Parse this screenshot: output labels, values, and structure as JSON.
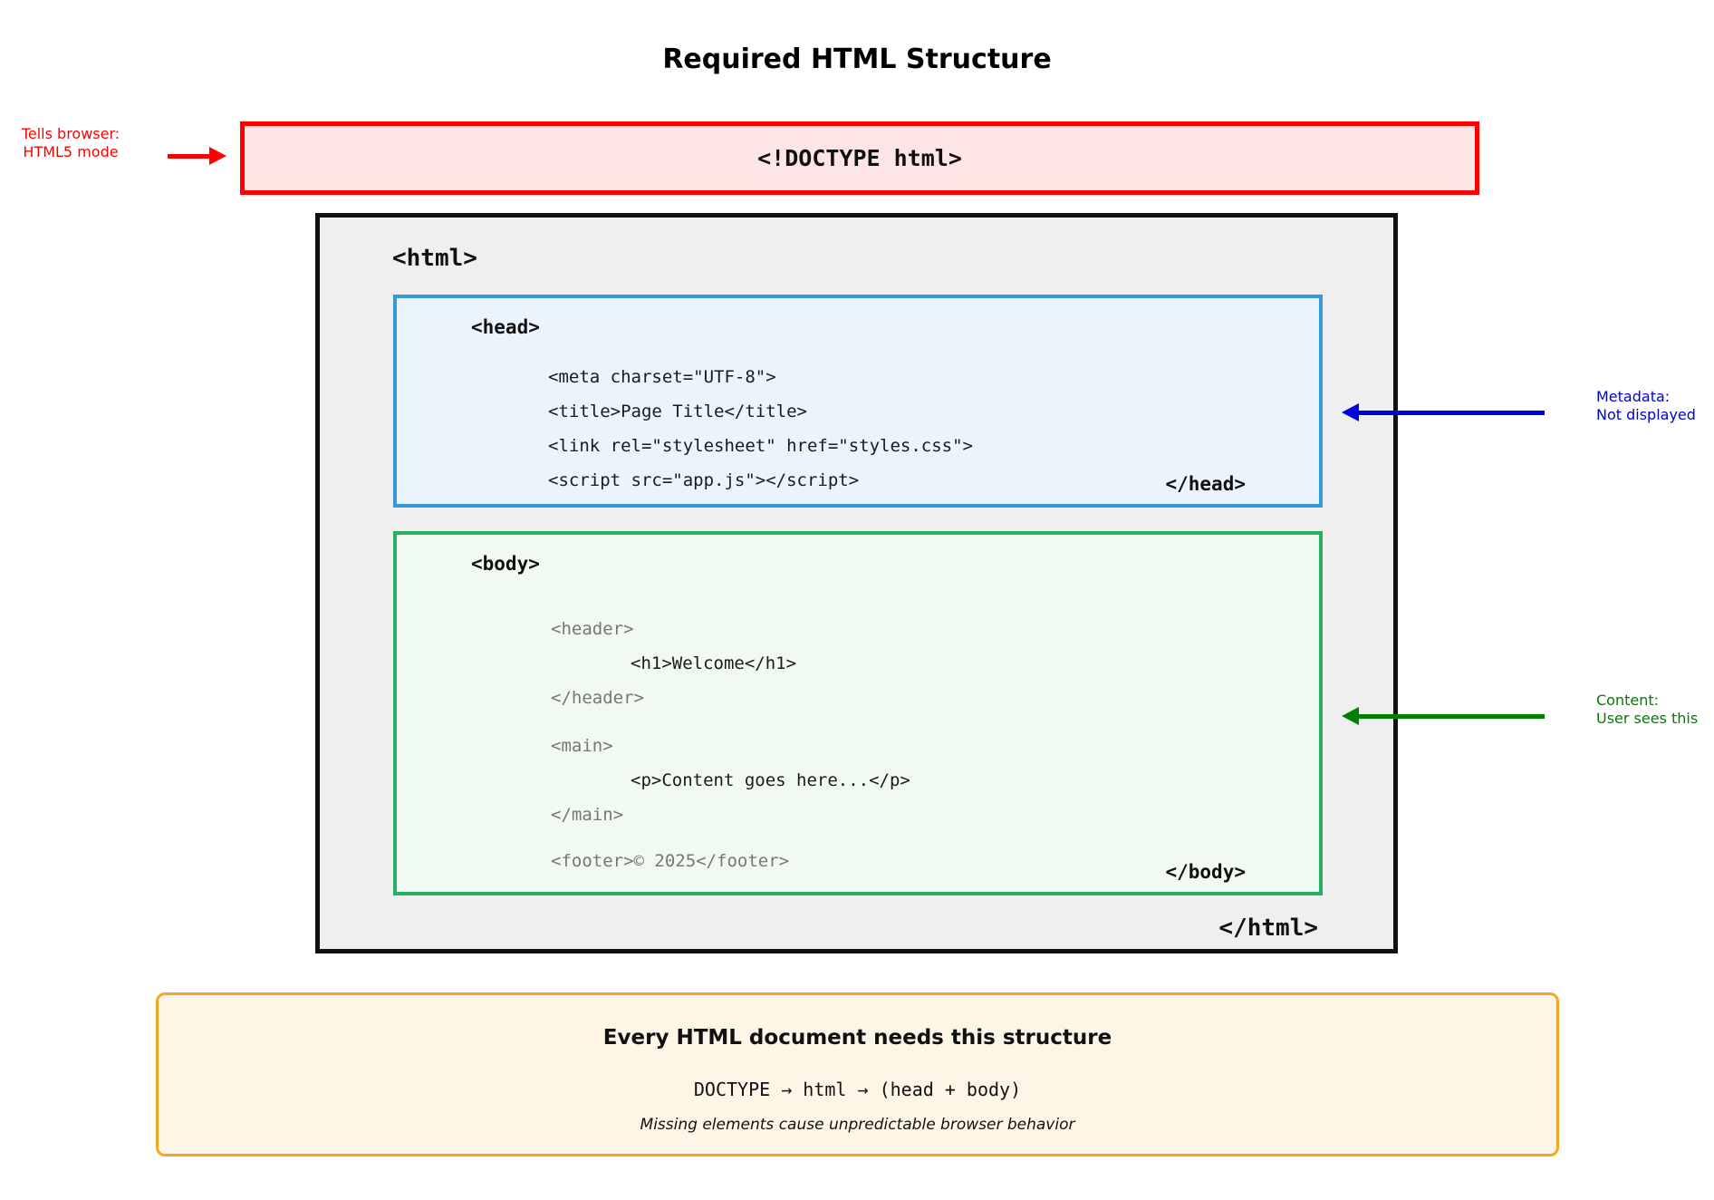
{
  "title": "Required HTML Structure",
  "doctype_box": {
    "label": "<!DOCTYPE html>"
  },
  "html_box": {
    "open": "<html>",
    "close": "</html>"
  },
  "head_box": {
    "open": "<head>",
    "close": "</head>",
    "lines": [
      "<meta charset=\"UTF-8\">",
      "<title>Page Title</title>",
      "<link rel=\"stylesheet\" href=\"styles.css\">",
      "<script src=\"app.js\"></script>"
    ]
  },
  "body_box": {
    "open": "<body>",
    "close": "</body>",
    "lines": [
      {
        "text": "<header>"
      },
      {
        "text": "<h1>Welcome</h1>"
      },
      {
        "text": "</header>"
      },
      {
        "text": "<main>"
      },
      {
        "text": "<p>Content goes here...</p>"
      },
      {
        "text": "</main>"
      },
      {
        "text": "<footer>© 2025</footer>"
      }
    ]
  },
  "annotations": {
    "doctype": {
      "line1": "Tells browser:",
      "line2": "HTML5 mode"
    },
    "head": {
      "line1": "Metadata:",
      "line2": "Not displayed"
    },
    "body": {
      "line1": "Content:",
      "line2": "User sees this"
    }
  },
  "summary_box": {
    "heading": "Every HTML document needs this structure",
    "flow": "DOCTYPE → html → (head + body)",
    "note": "Missing elements cause unpredictable browser behavior"
  },
  "colors": {
    "doctype_border": "#ff0000",
    "doctype_fill": "#fde5e5",
    "html_border": "#111111",
    "html_fill": "#efefef",
    "head_border": "#3498db",
    "head_fill": "#eaf4fd",
    "body_border": "#27ae60",
    "body_fill": "#f0faf2",
    "summary_border": "#f5a623",
    "summary_fill": "#fdf6e6",
    "metadata_annotation": "#0000dd",
    "content_annotation": "#008000",
    "muted_code": "#777777"
  }
}
